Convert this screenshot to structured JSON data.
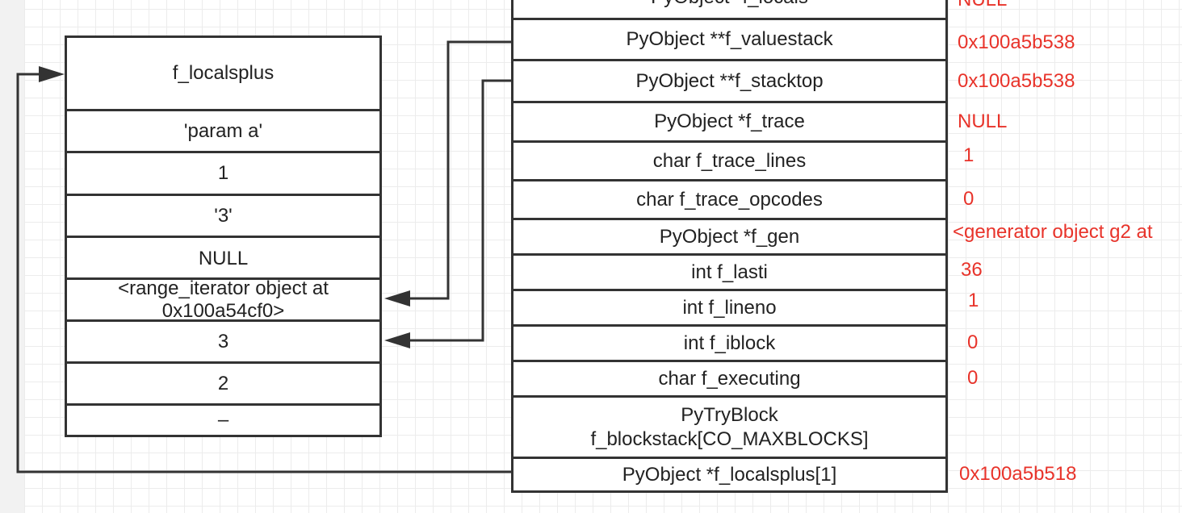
{
  "left_stack": {
    "title": "f_localsplus",
    "cells": [
      "'param a'",
      "1",
      "'3'",
      "NULL",
      "<range_iterator object at 0x100a54cf0>",
      "3",
      "2",
      "–"
    ]
  },
  "frame": {
    "fields": [
      {
        "name": "PyObject *f_locals",
        "value": "NULL"
      },
      {
        "name": "PyObject **f_valuestack",
        "value": "0x100a5b538"
      },
      {
        "name": "PyObject **f_stacktop",
        "value": "0x100a5b538"
      },
      {
        "name": "PyObject *f_trace",
        "value": "NULL"
      },
      {
        "name": "char f_trace_lines",
        "value": "1"
      },
      {
        "name": "char f_trace_opcodes",
        "value": "0"
      },
      {
        "name": "PyObject *f_gen",
        "value": "<generator object g2 at"
      },
      {
        "name": "int f_lasti",
        "value": "36"
      },
      {
        "name": "int f_lineno",
        "value": "1"
      },
      {
        "name": "int f_iblock",
        "value": "0"
      },
      {
        "name": "char f_executing",
        "value": "0"
      },
      {
        "name": "PyTryBlock f_blockstack[CO_MAXBLOCKS]",
        "value": ""
      },
      {
        "name": "PyObject *f_localsplus[1]",
        "value": "0x100a5b518"
      }
    ]
  },
  "colors": {
    "value_text": "#e8332a",
    "stroke": "#333333"
  }
}
